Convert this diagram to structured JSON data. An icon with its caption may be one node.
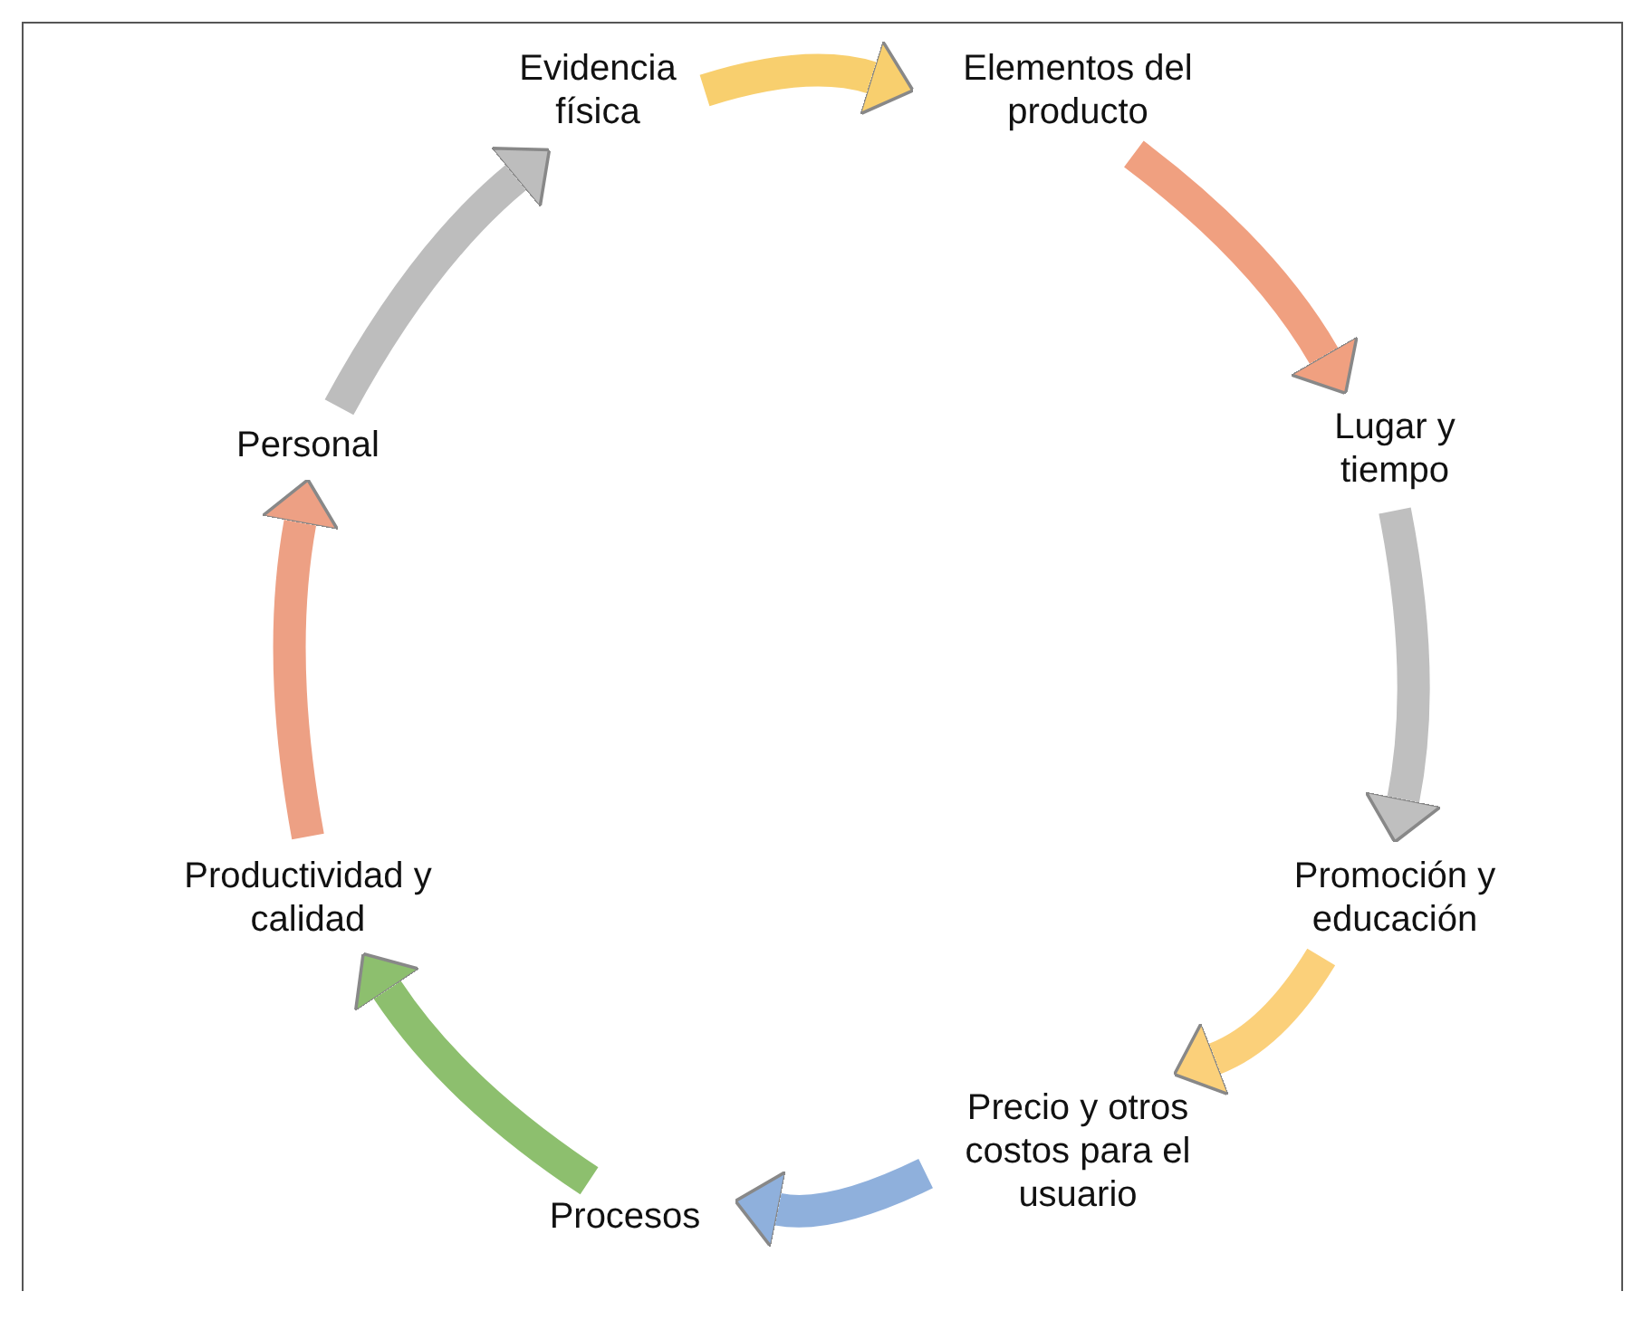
{
  "diagram": {
    "nodes": [
      {
        "text": [
          "Evidencia física"
        ]
      },
      {
        "text": [
          "Elementos del producto"
        ]
      },
      {
        "text": [
          "Lugar y tiempo"
        ]
      },
      {
        "text": [
          "Promoción y educación"
        ]
      },
      {
        "text": [
          "Precio y otros costos para el usuario"
        ]
      },
      {
        "text": [
          "Procesos"
        ]
      },
      {
        "text": [
          "Productividad y calidad"
        ]
      },
      {
        "text": [
          "Personal"
        ]
      }
    ],
    "edges": [
      {
        "from": 0,
        "to": 1,
        "arrow": "to",
        "color": "#f8cf6e"
      },
      {
        "from": 1,
        "to": 2,
        "arrow": "to",
        "color": "#f0a080"
      },
      {
        "from": 2,
        "to": 3,
        "arrow": "to",
        "color": "#bfbfbf"
      },
      {
        "from": 3,
        "to": 4,
        "arrow": "to",
        "color": "#fbd07a"
      },
      {
        "from": 4,
        "to": 5,
        "arrow": "to",
        "color": "#8fb0dc"
      },
      {
        "from": 5,
        "to": 6,
        "arrow": "to",
        "color": "#8dbf6e"
      },
      {
        "from": 6,
        "to": 7,
        "arrow": "to",
        "color": "#eda084"
      },
      {
        "from": 7,
        "to": 0,
        "arrow": "to",
        "color": "#bdbdbd"
      }
    ]
  }
}
